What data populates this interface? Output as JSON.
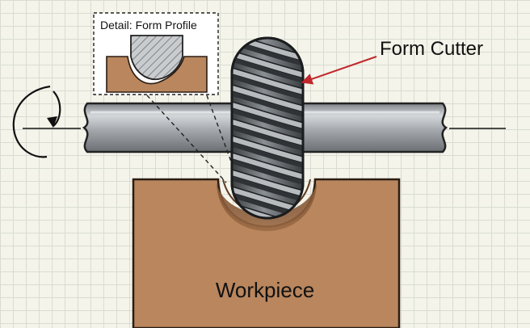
{
  "labels": {
    "form_cutter": "Form Cutter",
    "workpiece": "Workpiece",
    "detail": "Detail: Form Profile"
  },
  "colors": {
    "workpiece": "#b9865e",
    "workpiece_dark": "#8b5a36",
    "shaft": "#a4a8ac",
    "cutter": "#5f6468",
    "arrow": "#c0282d"
  },
  "icons": {
    "rotation": "rotation-arrow-icon"
  }
}
